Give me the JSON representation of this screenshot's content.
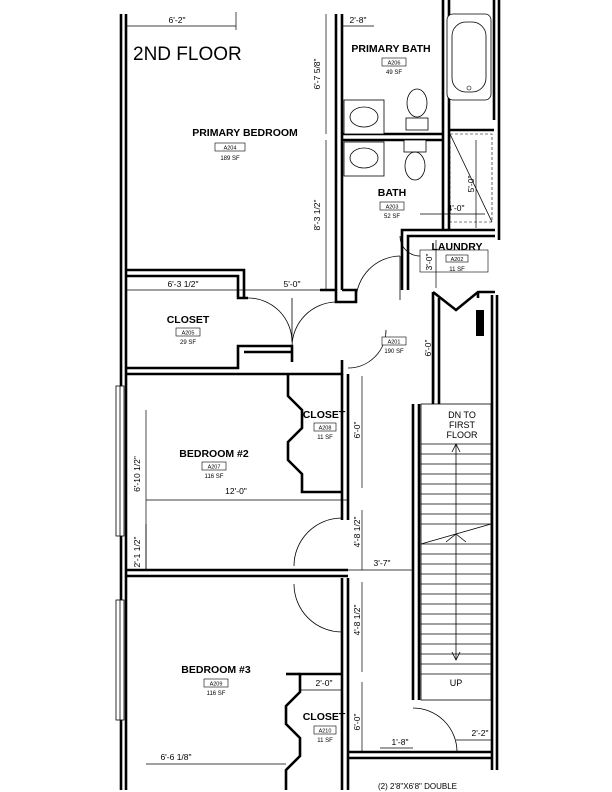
{
  "plan": {
    "title": "2ND FLOOR",
    "rooms": [
      {
        "name": "PRIMARY BEDROOM",
        "tag": "A204",
        "area": "189 SF"
      },
      {
        "name": "PRIMARY BATH",
        "tag": "A206",
        "area": "49 SF"
      },
      {
        "name": "BATH",
        "tag": "A203",
        "area": "52 SF"
      },
      {
        "name": "LAUNDRY",
        "tag": "A202",
        "area": "11 SF"
      },
      {
        "name": "CLOSET",
        "tag": "A205",
        "area": "29 SF"
      },
      {
        "name": "",
        "tag": "A201",
        "area": "190 SF"
      },
      {
        "name": "CLOSET",
        "tag": "A208",
        "area": "11 SF"
      },
      {
        "name": "BEDROOM #2",
        "tag": "A207",
        "area": "116 SF"
      },
      {
        "name": "BEDROOM #3",
        "tag": "A209",
        "area": "116 SF"
      },
      {
        "name": "CLOSET",
        "tag": "A210",
        "area": "11 SF"
      }
    ],
    "dimensions": [
      "6'-2\"",
      "2'-8\"",
      "6'-7 5/8\"",
      "8'-3 1/2\"",
      "5'-0\"",
      "4'-0\"",
      "3'-0\"",
      "6'-3 1/2\"",
      "5'-0\"",
      "6'-0\"",
      "6'-0\"",
      "6'-10 1/2\"",
      "12'-0\"",
      "4'-8 1/2\"",
      "2'-1 1/2\"",
      "3'-7\"",
      "4'-8 1/2\"",
      "2'-0\"",
      "6'-0\"",
      "1'-8\"",
      "2'-2\"",
      "6'-6 1/8\""
    ],
    "stair_note": [
      "DN TO",
      "FIRST",
      "FLOOR"
    ],
    "stair_up": "UP",
    "bottom_note": "(2) 2'8\"X6'8\" DOUBLE"
  }
}
